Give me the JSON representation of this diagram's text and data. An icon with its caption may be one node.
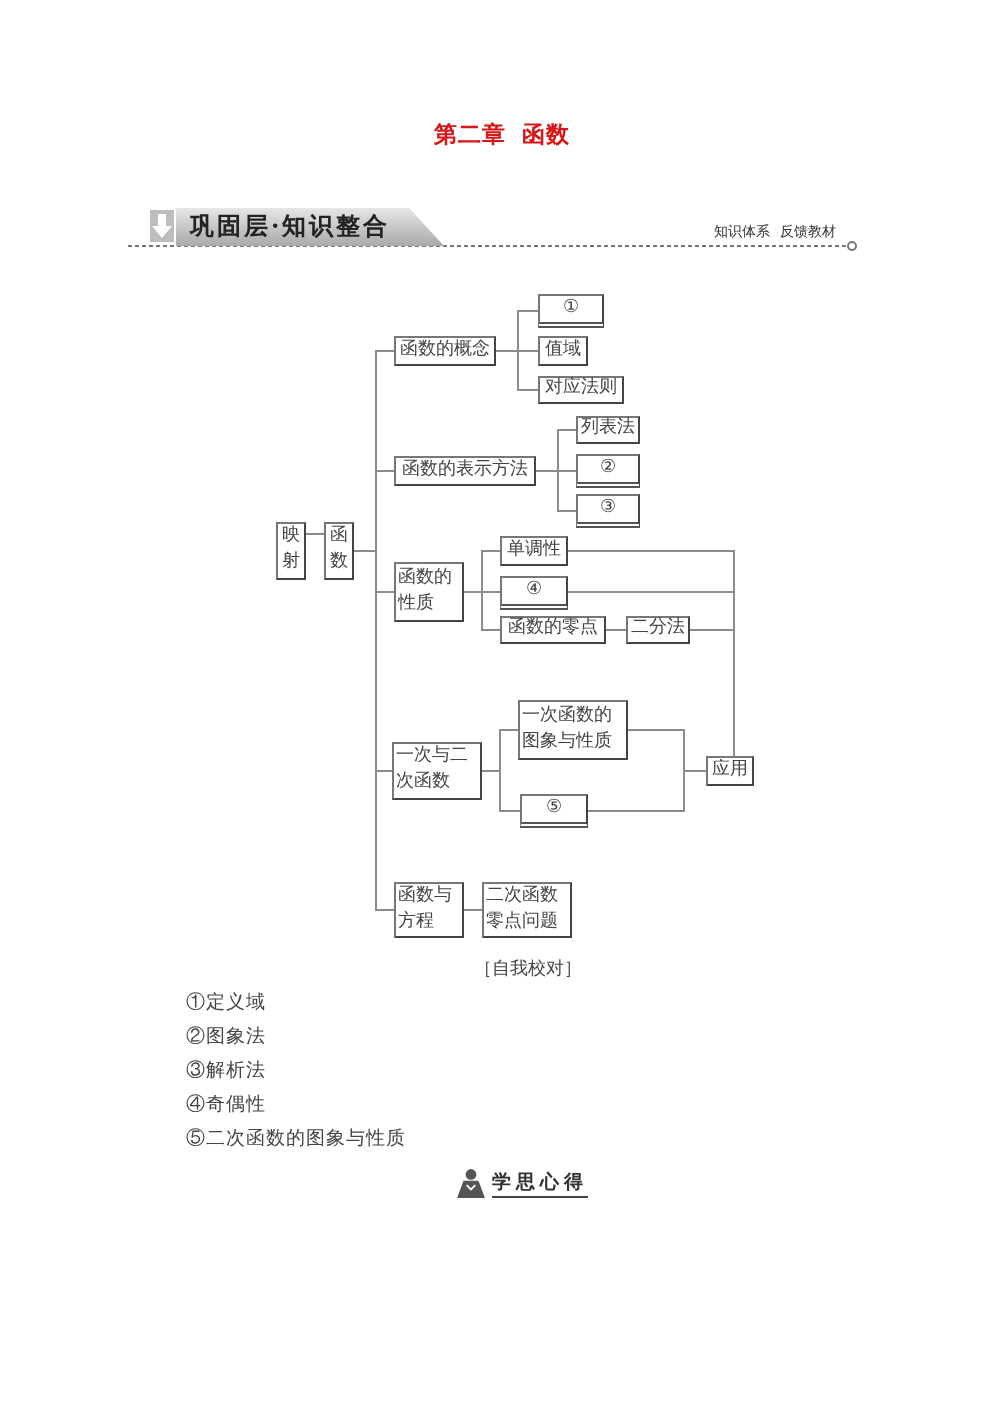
{
  "diagram": {
    "title": "第二章 函数",
    "nodes": [
      {
        "text": [
          "映射"
        ]
      },
      {
        "text": [
          "函数"
        ]
      },
      {
        "text": [
          "函数的概念"
        ]
      },
      {
        "text": [
          "①"
        ]
      },
      {
        "text": [
          "值域"
        ]
      },
      {
        "text": [
          "对应法则"
        ]
      },
      {
        "text": [
          "函数的表示方法"
        ]
      },
      {
        "text": [
          "列表法"
        ]
      },
      {
        "text": [
          "②"
        ]
      },
      {
        "text": [
          "③"
        ]
      },
      {
        "text": [
          "函数的性质"
        ]
      },
      {
        "text": [
          "单调性"
        ]
      },
      {
        "text": [
          "④"
        ]
      },
      {
        "text": [
          "函数的零点"
        ]
      },
      {
        "text": [
          "二分法"
        ]
      },
      {
        "text": [
          "一次与二次函数"
        ]
      },
      {
        "text": [
          "一次函数的图象与性质"
        ]
      },
      {
        "text": [
          "⑤"
        ]
      },
      {
        "text": [
          "应用"
        ]
      },
      {
        "text": [
          "函数与方程"
        ]
      },
      {
        "text": [
          "二次函数零点问题"
        ]
      }
    ],
    "edges": [
      {
        "from": 0,
        "to": 1,
        "arrow": "none"
      },
      {
        "from": 1,
        "to": 2,
        "arrow": "none"
      },
      {
        "from": 1,
        "to": 6,
        "arrow": "none"
      },
      {
        "from": 1,
        "to": 10,
        "arrow": "none"
      },
      {
        "from": 1,
        "to": 15,
        "arrow": "none"
      },
      {
        "from": 1,
        "to": 19,
        "arrow": "none"
      },
      {
        "from": 2,
        "to": 3,
        "arrow": "none"
      },
      {
        "from": 2,
        "to": 4,
        "arrow": "none"
      },
      {
        "from": 2,
        "to": 5,
        "arrow": "none"
      },
      {
        "from": 6,
        "to": 7,
        "arrow": "none"
      },
      {
        "from": 6,
        "to": 8,
        "arrow": "none"
      },
      {
        "from": 6,
        "to": 9,
        "arrow": "none"
      },
      {
        "from": 10,
        "to": 11,
        "arrow": "none"
      },
      {
        "from": 10,
        "to": 12,
        "arrow": "none"
      },
      {
        "from": 10,
        "to": 13,
        "arrow": "none"
      },
      {
        "from": 13,
        "to": 14,
        "arrow": "none"
      },
      {
        "from": 11,
        "to": 18,
        "arrow": "none"
      },
      {
        "from": 12,
        "to": 18,
        "arrow": "none"
      },
      {
        "from": 14,
        "to": 18,
        "arrow": "none"
      },
      {
        "from": 15,
        "to": 16,
        "arrow": "none"
      },
      {
        "from": 15,
        "to": 17,
        "arrow": "none"
      },
      {
        "from": 16,
        "to": 18,
        "arrow": "none"
      },
      {
        "from": 17,
        "to": 18,
        "arrow": "none"
      },
      {
        "from": 19,
        "to": 20,
        "arrow": "none"
      }
    ],
    "labels": [
      "巩固层·知识整合",
      "知识体系 反馈教材",
      "［自我校对］",
      "①定义域",
      "②图象法",
      "③解析法",
      "④奇偶性",
      "⑤二次函数的图象与性质",
      "学思心得"
    ]
  }
}
